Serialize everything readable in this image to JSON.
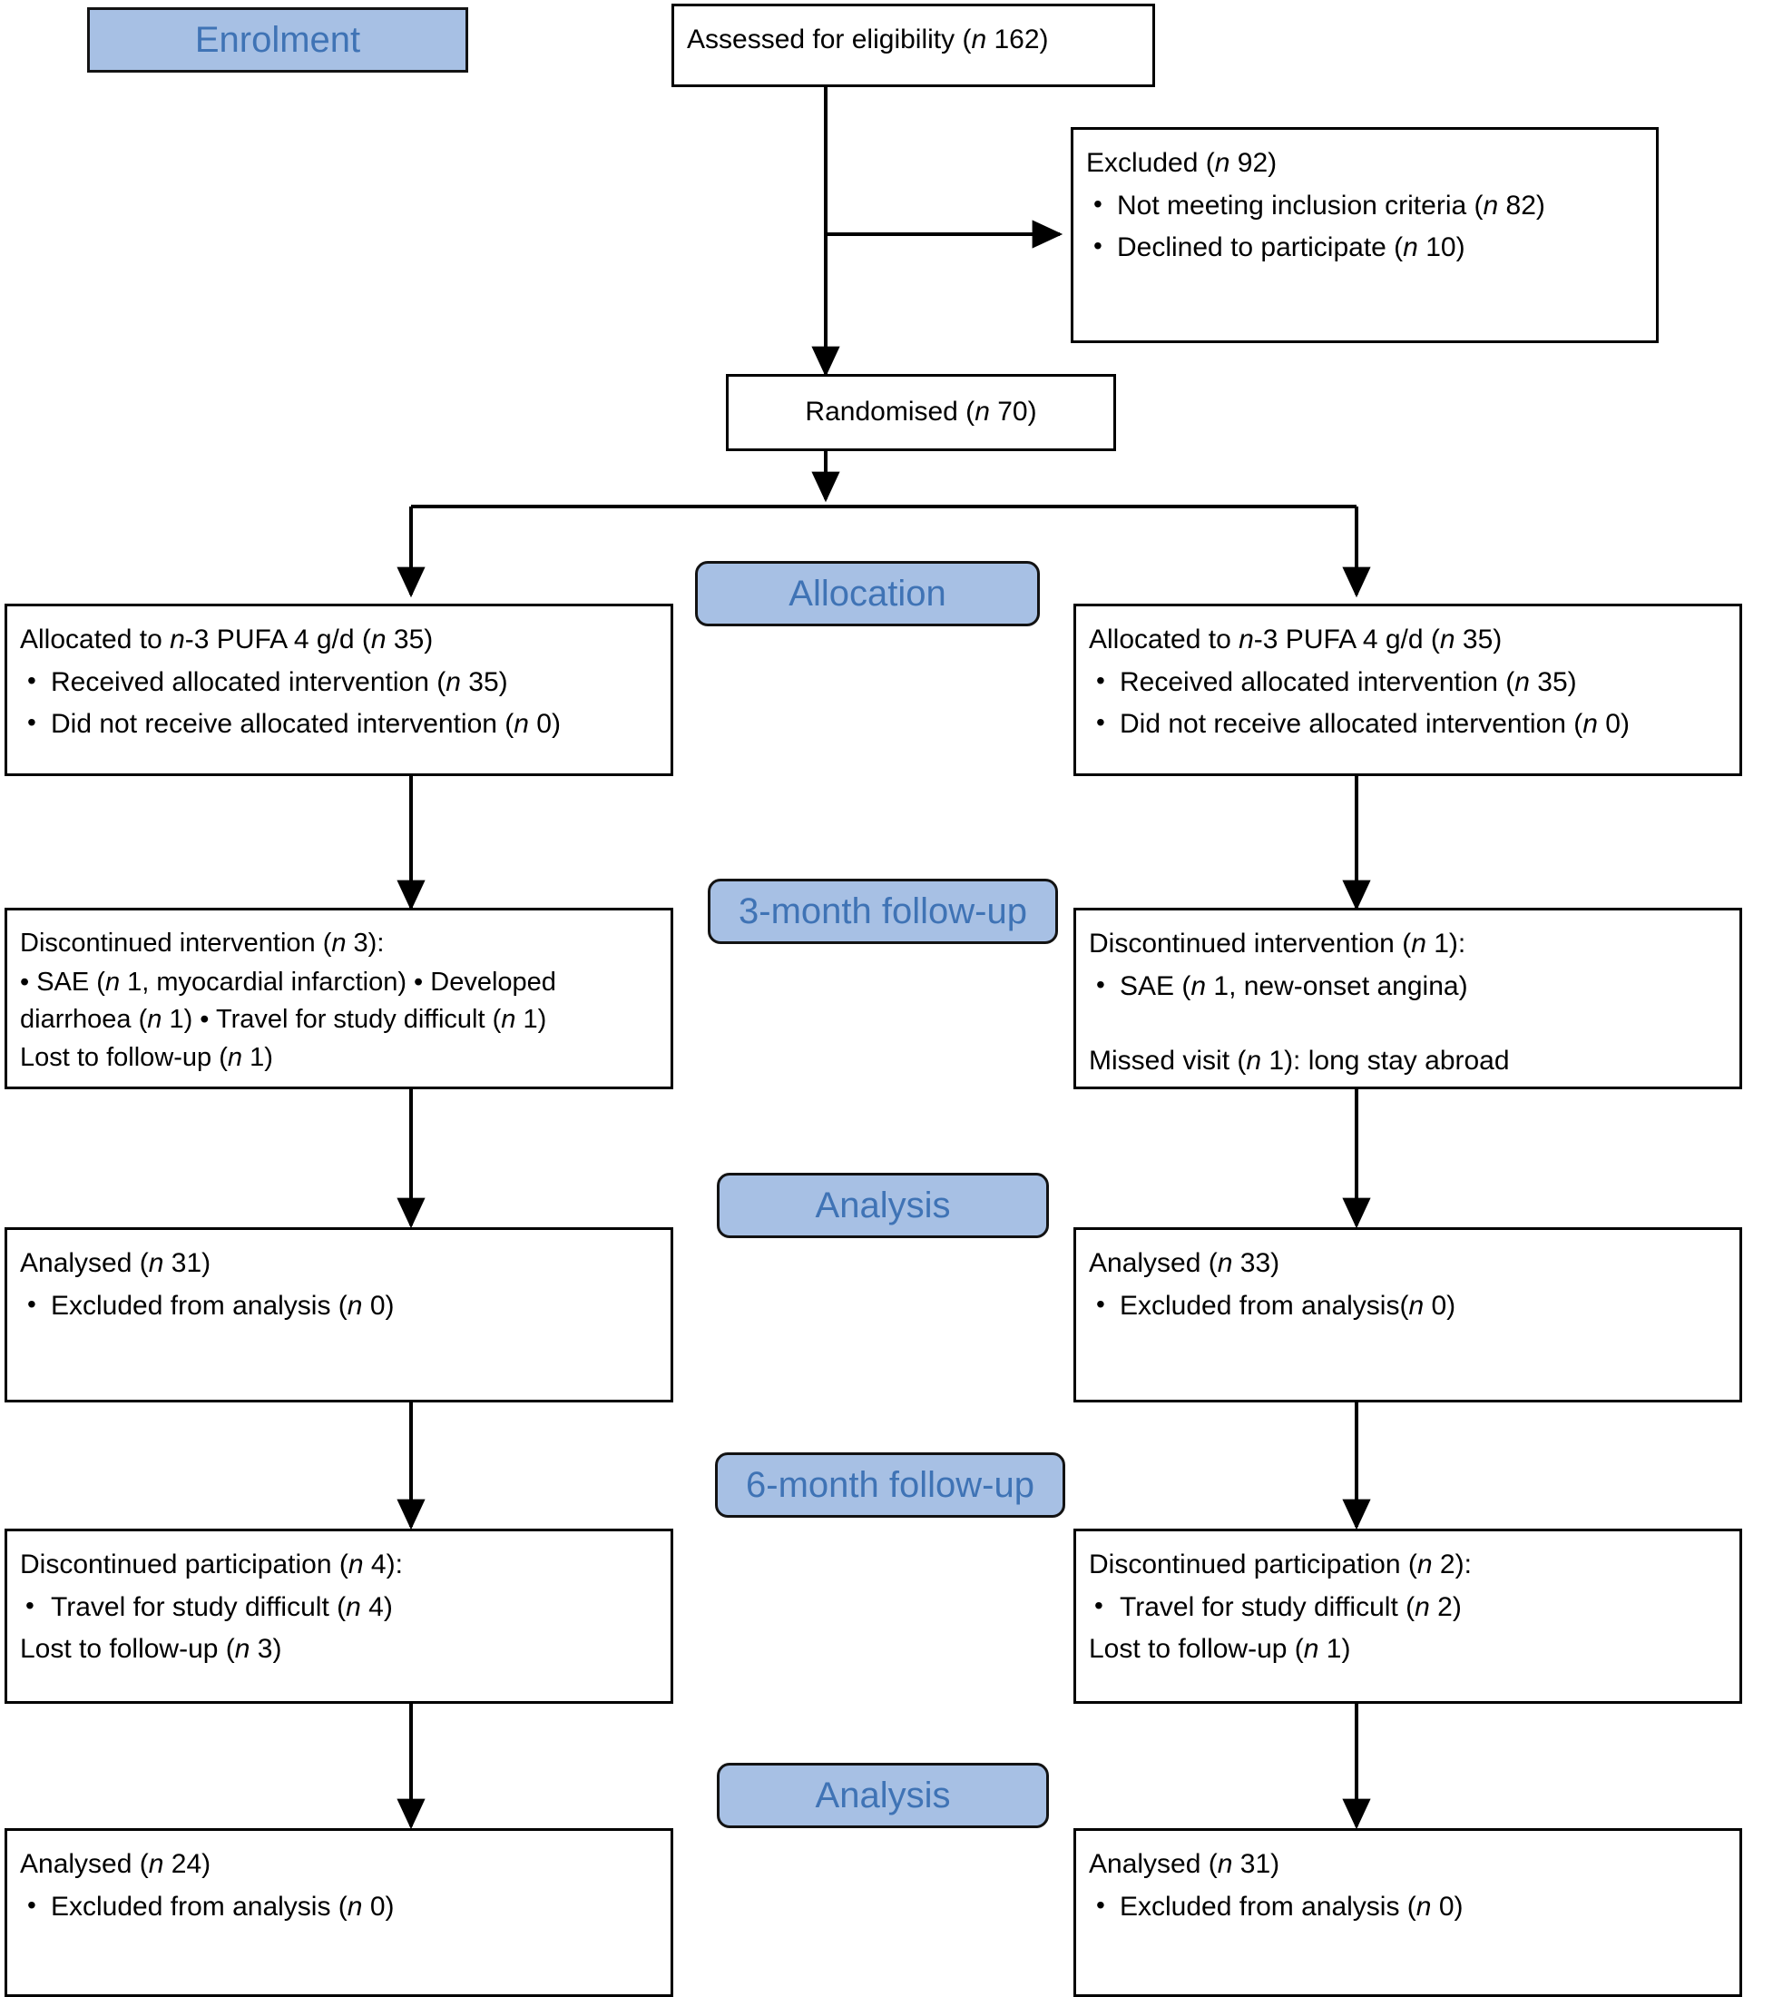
{
  "diagram": {
    "title": "CONSORT participant flow diagram",
    "accent_fill": "#a7c0e4",
    "accent_text": "#3f73b5",
    "line_color": "#000000",
    "box_fill": "#ffffff"
  },
  "stages": {
    "enrolment": "Enrolment",
    "allocation": "Allocation",
    "followup_3m": "3-month follow-up",
    "analysis_1": "Analysis",
    "followup_6m": "6-month follow-up",
    "analysis_2": "Analysis"
  },
  "enrolment": {
    "assessed": "Assessed for eligibility (n 162)",
    "assessed_head": "Assessed for eligibility (",
    "assessed_n": "n",
    "assessed_tail": " 162)",
    "excluded_head": "Excluded  (",
    "excluded_n": "n",
    "excluded_tail": " 92)",
    "excluded_items": [
      {
        "head": "Not meeting inclusion criteria (",
        "n": "n",
        "tail": " 82)"
      },
      {
        "head": "Declined to participate (",
        "n": "n",
        "tail": " 10)"
      }
    ],
    "randomised_head": "Randomised (",
    "randomised_n": "n",
    "randomised_tail": " 70)"
  },
  "allocation": {
    "left": {
      "head": "Allocated to ",
      "n1": "n",
      "head_tail": "-3 PUFA 4 g/d (",
      "n2": "n",
      "head_end": " 35)",
      "items": [
        {
          "head": "Received allocated intervention (",
          "n": "n",
          "tail": " 35)"
        },
        {
          "head": "Did not receive allocated intervention (",
          "n": "n",
          "tail": " 0)"
        }
      ]
    },
    "right": {
      "head": "Allocated to ",
      "n1": "n",
      "head_tail": "-3 PUFA 4 g/d (",
      "n2": "n",
      "head_end": " 35)",
      "items": [
        {
          "head": "Received allocated intervention (",
          "n": "n",
          "tail": " 35)"
        },
        {
          "head": "Did not receive allocated intervention (",
          "n": "n",
          "tail": " 0)"
        }
      ]
    }
  },
  "followup_3m": {
    "left": {
      "head": "Discontinued intervention (",
      "head_n": "n",
      "head_tail": " 3):",
      "body_1": " • SAE (",
      "body_n1": "n",
      "body_2": " 1, myocardial infarction) • Developed diarrhoea (",
      "body_n2": "n",
      "body_3": " 1) • Travel for study difficult (",
      "body_n3": "n",
      "body_4": " 1)",
      "lost_head": "Lost to follow-up (",
      "lost_n": "n",
      "lost_tail": " 1)"
    },
    "right": {
      "head": "Discontinued intervention (",
      "head_n": "n",
      "head_tail": " 1):",
      "item_head": "SAE (",
      "item_n": "n",
      "item_tail": " 1, new-onset angina)",
      "missed_head": "Missed visit (",
      "missed_n": "n",
      "missed_tail": " 1):   long stay abroad"
    }
  },
  "analysis_1": {
    "left": {
      "head": "Analysed  (",
      "head_n": "n",
      "head_tail": " 31)",
      "item_head": "Excluded from analysis (",
      "item_n": "n",
      "item_tail": " 0)"
    },
    "right": {
      "head": "Analysed  (",
      "head_n": "n",
      "head_tail": " 33)",
      "item_head": "Excluded from analysis(",
      "item_n": "n",
      "item_tail": " 0)"
    }
  },
  "followup_6m": {
    "left": {
      "head": "Discontinued participation (",
      "head_n": "n",
      "head_tail": " 4):",
      "item_head": " Travel for study difficult (",
      "item_n": "n",
      "item_tail": " 4)",
      "lost_head": "Lost to follow-up (",
      "lost_n": "n",
      "lost_tail": " 3)"
    },
    "right": {
      "head": "Discontinued participation (",
      "head_n": "n",
      "head_tail": " 2):",
      "item_head": " Travel for study difficult (",
      "item_n": "n",
      "item_tail": " 2)",
      "lost_head": "Lost to follow-up (",
      "lost_n": "n",
      "lost_tail": " 1)"
    }
  },
  "analysis_2": {
    "left": {
      "head": "Analysed  (",
      "head_n": "n",
      "head_tail": " 24)",
      "item_head": "Excluded from analysis (",
      "item_n": "n",
      "item_tail": " 0)"
    },
    "right": {
      "head": "Analysed  (",
      "head_n": "n",
      "head_tail": " 31)",
      "item_head": "Excluded from analysis (",
      "item_n": "n",
      "item_tail": " 0)"
    }
  }
}
